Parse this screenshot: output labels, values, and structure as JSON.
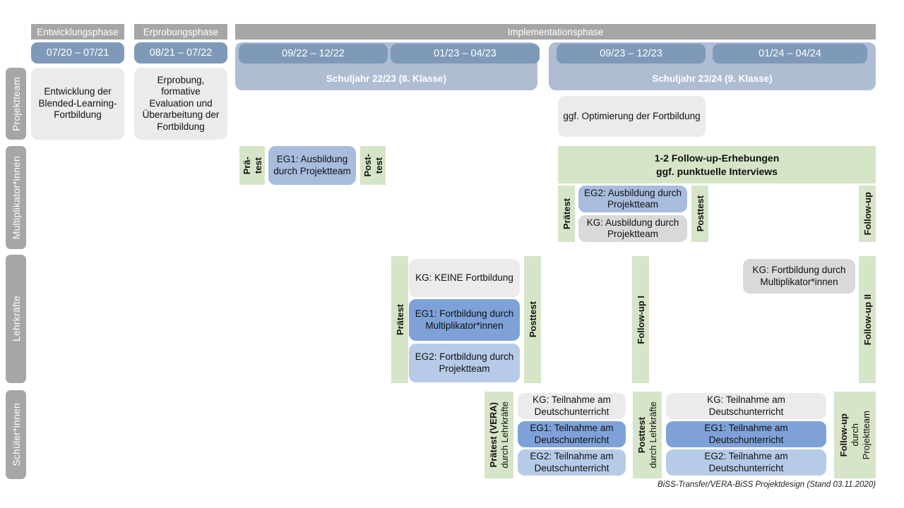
{
  "diagram": {
    "title": "BiSS-Transfer/VERA-BiSS Projektdesign",
    "footer": "BiSS-Transfer/VERA-BiSS Projektdesign (Stand 03.11.2020)",
    "colors": {
      "gray_header": "#a6a6a6",
      "date_chip": "#7f99b8",
      "year_band": "#aebdd2",
      "box_gray": "#ebebeb",
      "box_gray_dark": "#d9d9d9",
      "box_blue_mid": "#a8bdde",
      "box_blue_dark": "#7ea2d8",
      "box_blue_light": "#b6cbe8",
      "green_band": "#d6e4c8"
    }
  },
  "phases": [
    {
      "label": "Entwicklungsphase"
    },
    {
      "label": "Erprobungsphase"
    },
    {
      "label": "Implementationsphase"
    }
  ],
  "periods": [
    {
      "label": "07/20 – 07/21"
    },
    {
      "label": "08/21 – 07/22"
    },
    {
      "label": "09/22 – 12/22"
    },
    {
      "label": "01/23 – 04/23"
    },
    {
      "label": "09/23 – 12/23"
    },
    {
      "label": "01/24 – 04/24"
    }
  ],
  "school_years": [
    {
      "label": "Schuljahr 22/23 (8. Klasse)"
    },
    {
      "label": "Schuljahr 23/24 (9. Klasse)"
    }
  ],
  "roles": [
    {
      "label": "Projektteam"
    },
    {
      "label": "Multiplikator*innen"
    },
    {
      "label": "Lehrkräfte"
    },
    {
      "label": "Schüler*innen"
    }
  ],
  "projektteam_row": {
    "boxes": [
      {
        "text": "Entwicklung der Blended-Learning-Fortbildung"
      },
      {
        "text": "Erprobung, formative Evaluation und Überarbeitung der Fortbildung"
      },
      {
        "text": "ggf. Optimierung der Fortbildung"
      }
    ]
  },
  "multiplikator_row": {
    "banner": {
      "line1": "1-2 Follow-up-Erhebungen",
      "line2": "ggf. punktuelle Interviews"
    },
    "bands": [
      {
        "line1": "Prä-",
        "line2": "test"
      },
      {
        "line1": "Post-",
        "line2": "test"
      },
      {
        "line1": "Prätest"
      },
      {
        "line1": "Posttest"
      },
      {
        "line1": "Follow-up"
      }
    ],
    "boxes": [
      {
        "text": "EG1: Ausbildung durch Projektteam"
      },
      {
        "text": "EG2:  Ausbildung durch Projektteam"
      },
      {
        "text": "KG: Ausbildung durch Projektteam"
      }
    ]
  },
  "lehrkraefte_row": {
    "bands": [
      {
        "line1": "Prätest"
      },
      {
        "line1": "Posttest"
      },
      {
        "line1": "Follow-up I"
      },
      {
        "line1": "Follow-up II"
      }
    ],
    "boxes": [
      {
        "text": "KG:  KEINE Fortbildung"
      },
      {
        "text": "EG1: Fortbildung durch Multiplikator*innen"
      },
      {
        "text": "EG2: Fortbildung durch Projektteam"
      },
      {
        "text": "KG: Fortbildung durch Multiplikator*innen"
      }
    ]
  },
  "schueler_row": {
    "bands": [
      {
        "main": "Prätest (VERA)",
        "sub": "durch Lehrkräfte"
      },
      {
        "main": "Posttest",
        "sub": "durch Lehrkräfte"
      },
      {
        "main": "Follow-up",
        "sub": "durch",
        "sub2": "Projektteam"
      }
    ],
    "boxes_left": [
      {
        "text": "KG: Teilnahme am Deutschunterricht"
      },
      {
        "text": "EG1: Teilnahme am Deutschunterricht"
      },
      {
        "text": "EG2: Teilnahme am Deutschunterricht"
      }
    ],
    "boxes_right": [
      {
        "text": "KG: Teilnahme am Deutschunterricht"
      },
      {
        "text": "EG1: Teilnahme am Deutschunterricht"
      },
      {
        "text": "EG2: Teilnahme am Deutschunterricht"
      }
    ]
  }
}
